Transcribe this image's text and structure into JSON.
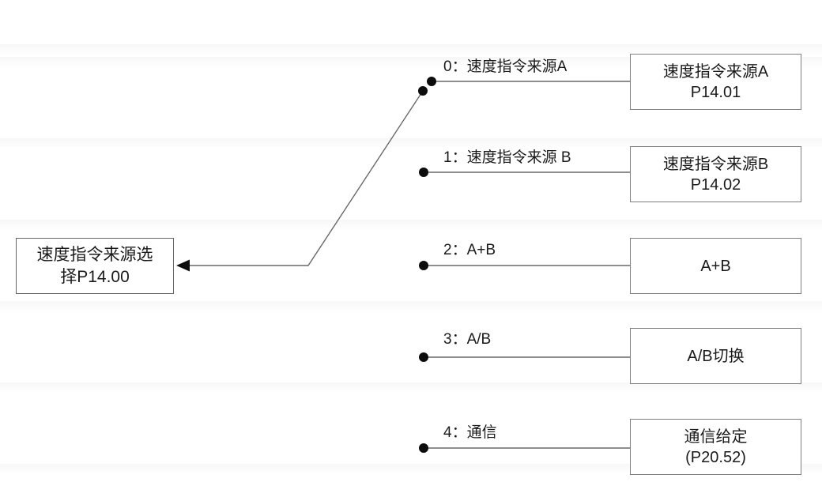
{
  "diagram": {
    "title_hint": "speed-command-source-selector",
    "selector": {
      "line1": "速度指令来源选",
      "line2": "择P14.00"
    },
    "branches": [
      {
        "index_label": "0：速度指令来源A",
        "box_line1": "速度指令来源A",
        "box_line2": "P14.01"
      },
      {
        "index_label": "1：速度指令来源 B",
        "box_line1": "速度指令来源B",
        "box_line2": "P14.02"
      },
      {
        "index_label": "2：A+B",
        "box_line1": "A+B",
        "box_line2": ""
      },
      {
        "index_label": "3：A/B",
        "box_line1": "A/B切换",
        "box_line2": ""
      },
      {
        "index_label": "4：通信",
        "box_line1": "通信给定",
        "box_line2": "(P20.52)"
      }
    ],
    "colors": {
      "line": "#696969",
      "dot": "#0d0d0d",
      "arrow": "#0d0d0d",
      "box_border": "#7f7f7f",
      "text": "#1a1a1a",
      "background": "#ffffff"
    }
  }
}
